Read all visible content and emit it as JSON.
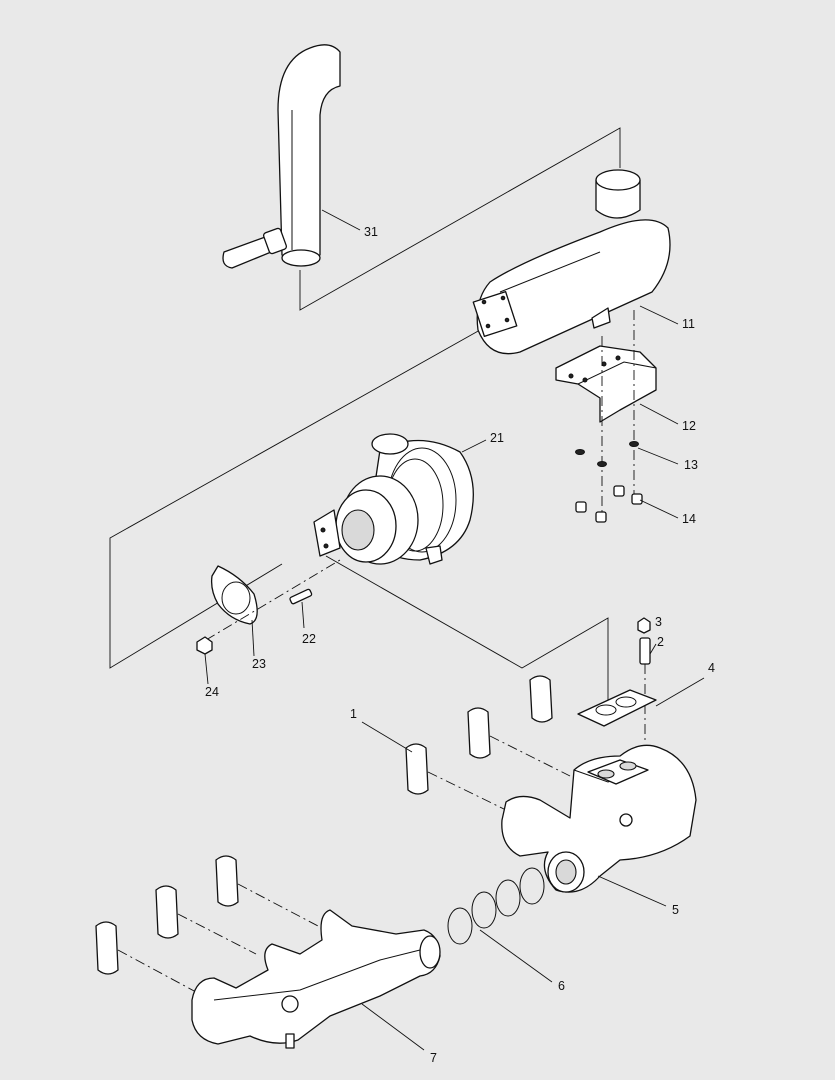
{
  "diagram": {
    "callouts": [
      {
        "id": "c31",
        "text": "31"
      },
      {
        "id": "c11",
        "text": "11"
      },
      {
        "id": "c12",
        "text": "12"
      },
      {
        "id": "c13",
        "text": "13"
      },
      {
        "id": "c14",
        "text": "14"
      },
      {
        "id": "c21",
        "text": "21"
      },
      {
        "id": "c22",
        "text": "22"
      },
      {
        "id": "c23",
        "text": "23"
      },
      {
        "id": "c24",
        "text": "24"
      },
      {
        "id": "c3",
        "text": "3"
      },
      {
        "id": "c2",
        "text": "2"
      },
      {
        "id": "c4",
        "text": "4"
      },
      {
        "id": "c1",
        "text": "1"
      },
      {
        "id": "c5",
        "text": "5"
      },
      {
        "id": "c6",
        "text": "6"
      },
      {
        "id": "c7",
        "text": "7"
      }
    ]
  }
}
